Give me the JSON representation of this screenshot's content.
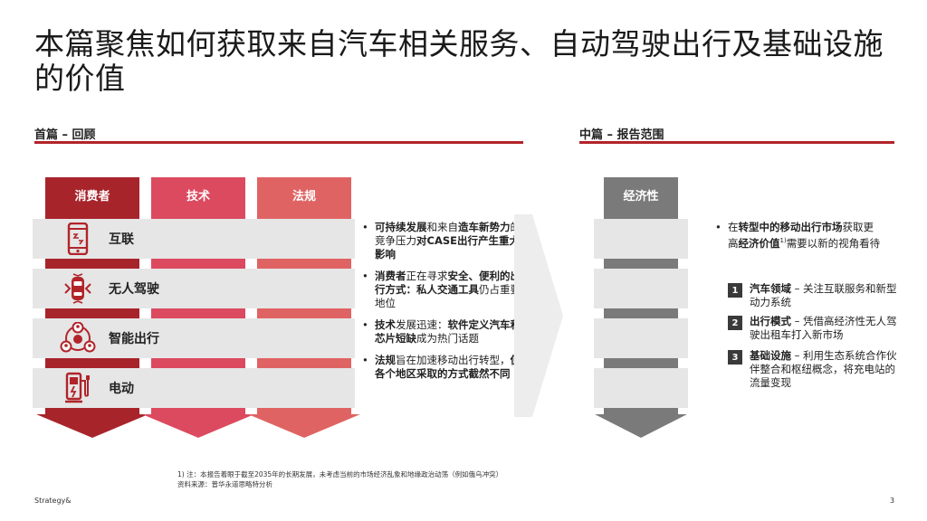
{
  "title": "本篇聚焦如何获取来自汽车相关服务、自动驾驶出行及基础设施的价值",
  "left_section": {
    "heading": "首篇 – 回顾"
  },
  "right_section": {
    "heading": "中篇 – 报告范围"
  },
  "columns": [
    {
      "label": "消费者",
      "color": "#a8242b"
    },
    {
      "label": "技术",
      "color": "#dc4a60"
    },
    {
      "label": "法规",
      "color": "#e06363"
    }
  ],
  "right_column": {
    "label": "经济性",
    "color": "#7a7a7a"
  },
  "rows": [
    {
      "label": "互联",
      "icon": "phone-icon"
    },
    {
      "label": "无人驾驶",
      "icon": "autonomous-car-icon"
    },
    {
      "label": "智能出行",
      "icon": "network-people-icon"
    },
    {
      "label": "电动",
      "icon": "charging-station-icon"
    }
  ],
  "bullets": [
    {
      "b1": "可持续发展",
      "t1": "和来自",
      "b2": "造车新势力",
      "t2": "的竞争压力",
      "b3": "对CASE出行产生重大影响"
    },
    {
      "b1": "消费者",
      "t1": "正在寻求",
      "b2": "安全、便利的出行方式：私人交通工具",
      "t2": "仍占重要地位",
      "b3": ""
    },
    {
      "b1": "技术",
      "t1": "发展迅速：",
      "b2": "软件定义汽车和芯片短缺",
      "t2": "成为热门话题",
      "b3": ""
    },
    {
      "b1": "法规",
      "t1": "旨在加速移动出行转型，",
      "b2": "但各个地区采取的方式截然不同",
      "t2": "",
      "b3": ""
    }
  ],
  "right_bullet": {
    "t1": "在",
    "b1": "转型中的移动出行市场",
    "t2": "获取更高",
    "b2": "经济价值",
    "sup": "1)",
    "t3": "需要以新的视角看待"
  },
  "numbered": [
    {
      "num": "1",
      "bold": "汽车领域",
      "text": " – 关注互联服务和新型动力系统"
    },
    {
      "num": "2",
      "bold": "出行模式",
      "text": " – 凭借高经济性无人驾驶出租车打入新市场"
    },
    {
      "num": "3",
      "bold": "基础设施",
      "text": " – 利用生态系统合作伙伴整合和枢纽概念，将充电站的流量变现"
    }
  ],
  "footnote": {
    "line1": "1)      注：本报告着眼于截至2035年的长期发展，未考虑当前的市场经济乱象和地缘政治动荡（例如俄乌冲突）",
    "line2": "资料来源：普华永道思略特分析"
  },
  "brand": "Strategy&",
  "page_number": "3"
}
